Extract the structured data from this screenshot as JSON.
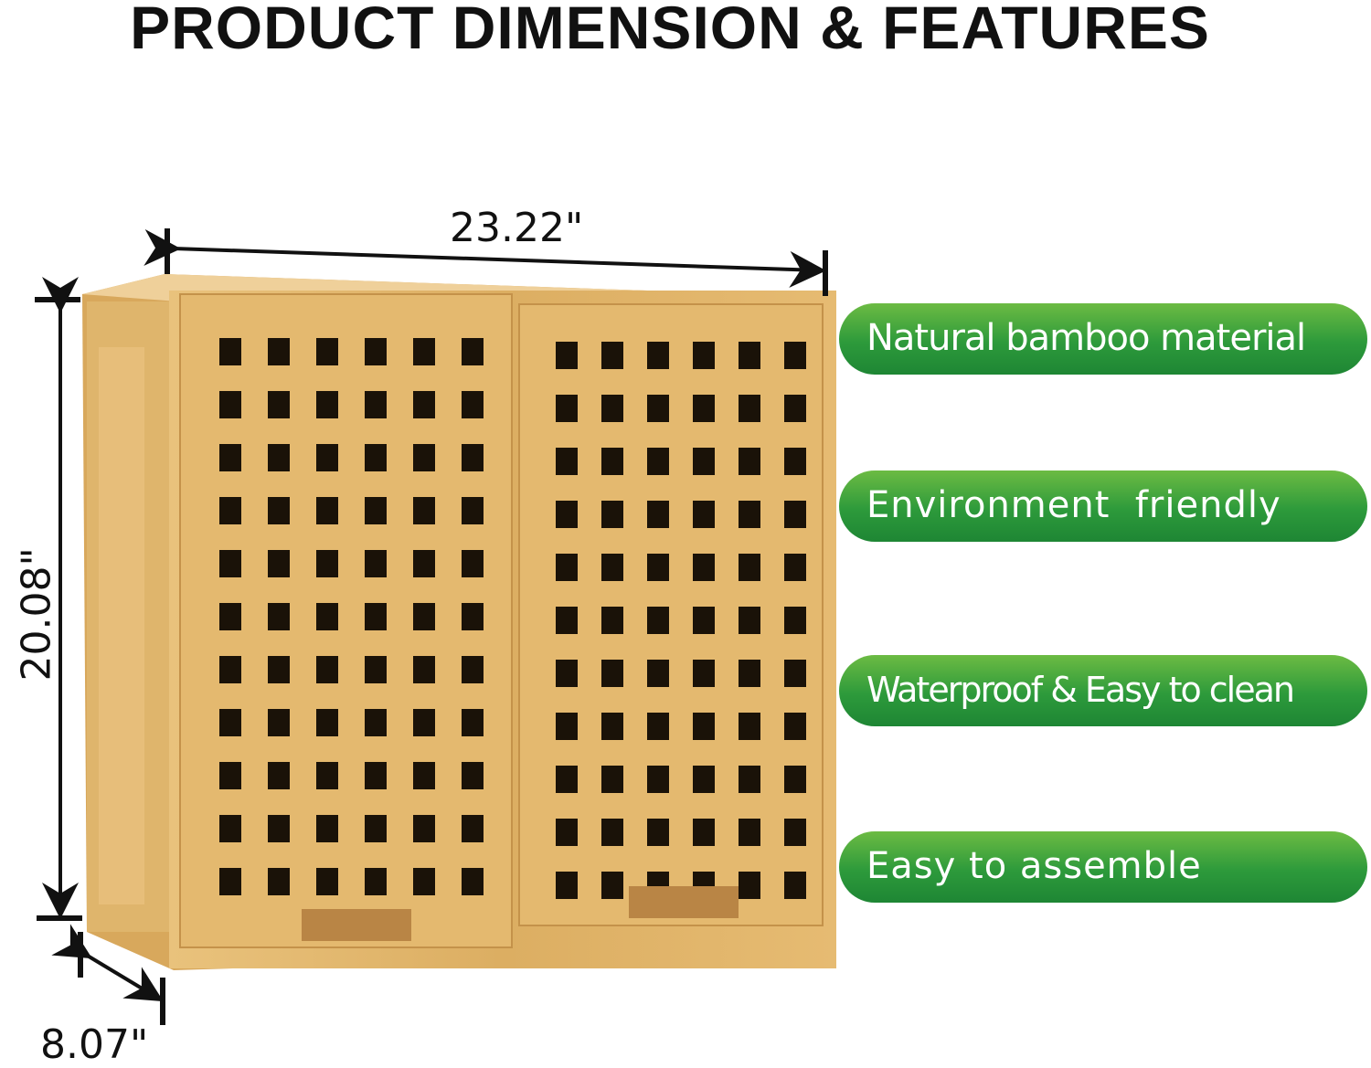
{
  "title": "PRODUCT DIMENSION & FEATURES",
  "dimensions": {
    "width": "23.22\"",
    "height": "20.08\"",
    "depth": "8.07\""
  },
  "features": [
    "Natural bamboo material",
    "Environment  friendly",
    "Waterproof & Easy to clean",
    "Easy to assemble"
  ],
  "colors": {
    "feature_green": "#2d9a3b",
    "bamboo": "#e2b469"
  }
}
